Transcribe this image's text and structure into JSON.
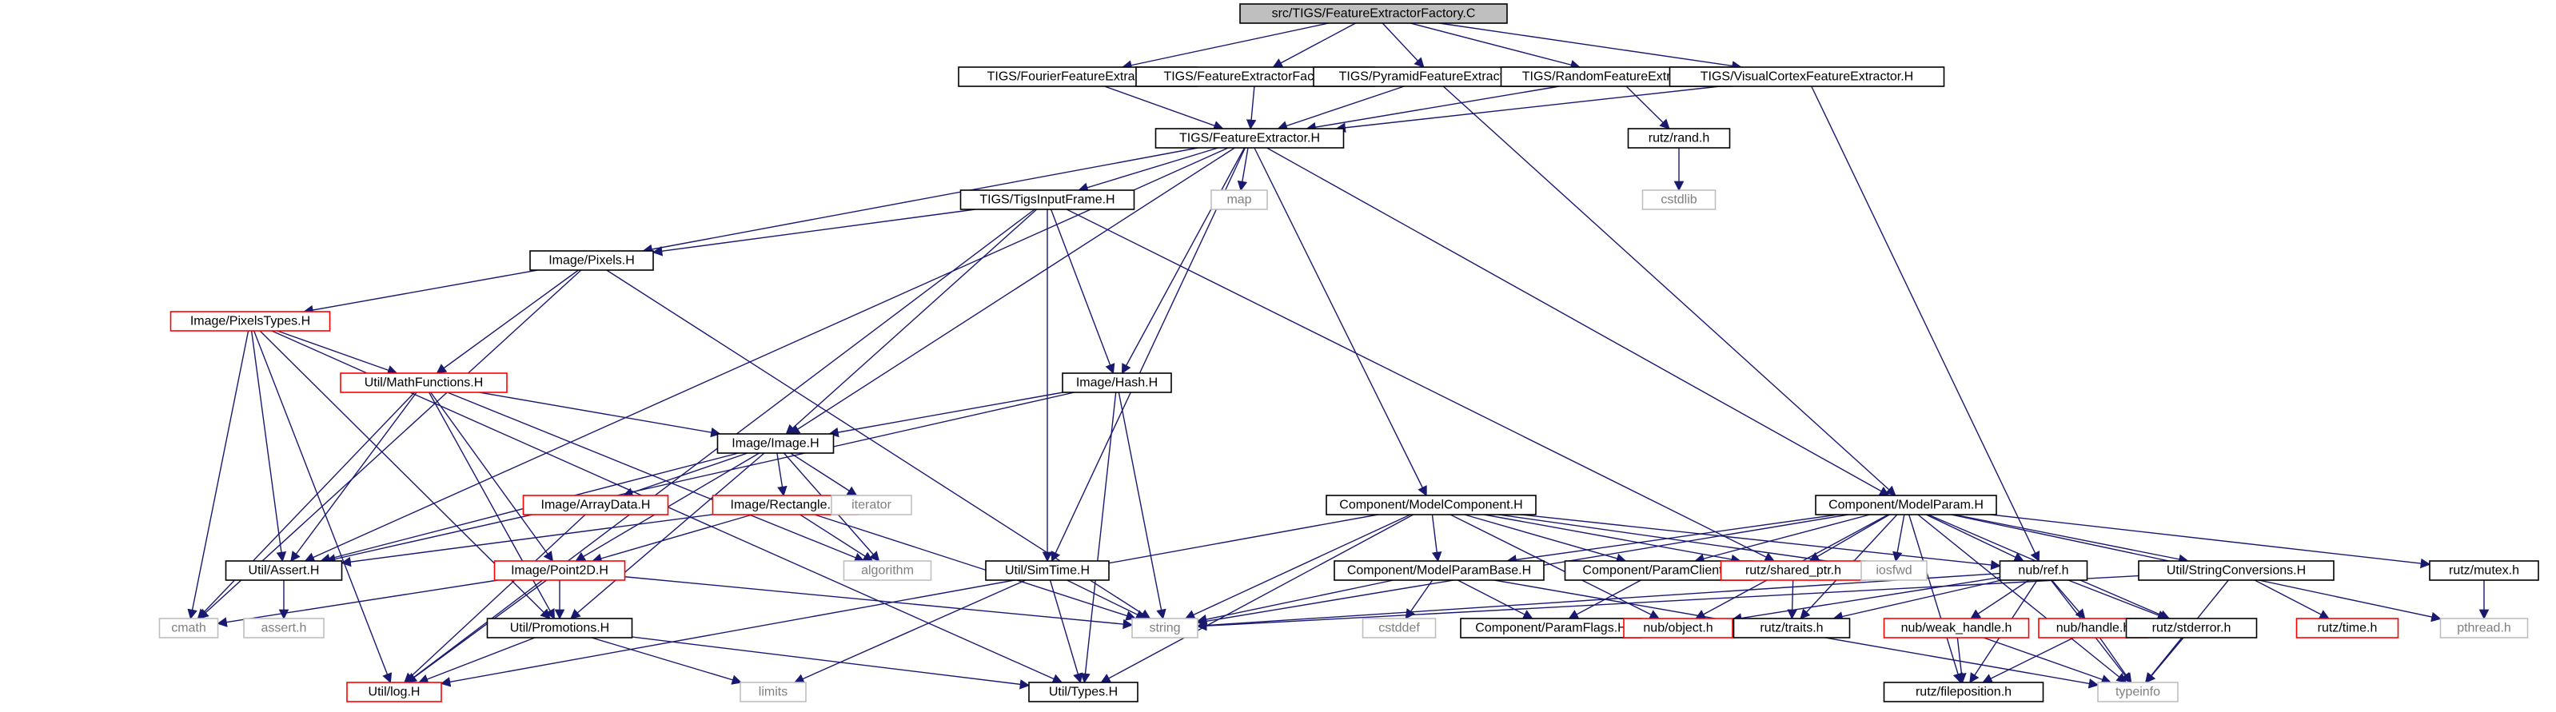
{
  "colors": {
    "edge": "#191970",
    "border_normal": "#000000",
    "border_truncated": "#ff0000",
    "border_system": "#bfbfbf",
    "fill_root": "#bfbfbf",
    "fill_normal": "#ffffff",
    "text_normal": "#000000",
    "text_system": "#7f7f7f"
  },
  "nodes": [
    {
      "id": "n_root",
      "label": "src/TIGS/FeatureExtractorFactory.C",
      "kind": "root"
    },
    {
      "id": "n_fourier",
      "label": "TIGS/FourierFeatureExtractor.H",
      "kind": "normal"
    },
    {
      "id": "n_factoryh",
      "label": "TIGS/FeatureExtractorFactory.H",
      "kind": "normal"
    },
    {
      "id": "n_pyramid",
      "label": "TIGS/PyramidFeatureExtractor.H",
      "kind": "normal"
    },
    {
      "id": "n_random",
      "label": "TIGS/RandomFeatureExtractor.H",
      "kind": "normal"
    },
    {
      "id": "n_visual",
      "label": "TIGS/VisualCortexFeatureExtractor.H",
      "kind": "normal"
    },
    {
      "id": "n_featext",
      "label": "TIGS/FeatureExtractor.H",
      "kind": "normal"
    },
    {
      "id": "n_rand",
      "label": "rutz/rand.h",
      "kind": "normal"
    },
    {
      "id": "n_cstdlib",
      "label": "cstdlib",
      "kind": "system"
    },
    {
      "id": "n_map",
      "label": "map",
      "kind": "system"
    },
    {
      "id": "n_tigsinput",
      "label": "TIGS/TigsInputFrame.H",
      "kind": "normal"
    },
    {
      "id": "n_pixels",
      "label": "Image/Pixels.H",
      "kind": "normal"
    },
    {
      "id": "n_pixeltypes",
      "label": "Image/PixelsTypes.H",
      "kind": "truncated"
    },
    {
      "id": "n_mathfn",
      "label": "Util/MathFunctions.H",
      "kind": "truncated"
    },
    {
      "id": "n_hash",
      "label": "Image/Hash.H",
      "kind": "normal"
    },
    {
      "id": "n_image",
      "label": "Image/Image.H",
      "kind": "normal"
    },
    {
      "id": "n_arraydata",
      "label": "Image/ArrayData.H",
      "kind": "truncated"
    },
    {
      "id": "n_rect",
      "label": "Image/Rectangle.H",
      "kind": "truncated"
    },
    {
      "id": "n_iterator",
      "label": "iterator",
      "kind": "system"
    },
    {
      "id": "n_algorithm",
      "label": "algorithm",
      "kind": "system"
    },
    {
      "id": "n_assert",
      "label": "Util/Assert.H",
      "kind": "normal"
    },
    {
      "id": "n_asserth",
      "label": "assert.h",
      "kind": "system"
    },
    {
      "id": "n_point2d",
      "label": "Image/Point2D.H",
      "kind": "truncated"
    },
    {
      "id": "n_cmath",
      "label": "cmath",
      "kind": "system"
    },
    {
      "id": "n_promo",
      "label": "Util/Promotions.H",
      "kind": "normal"
    },
    {
      "id": "n_log",
      "label": "Util/log.H",
      "kind": "truncated"
    },
    {
      "id": "n_limits",
      "label": "limits",
      "kind": "system"
    },
    {
      "id": "n_types",
      "label": "Util/Types.H",
      "kind": "normal"
    },
    {
      "id": "n_simtime",
      "label": "Util/SimTime.H",
      "kind": "normal"
    },
    {
      "id": "n_string",
      "label": "string",
      "kind": "system"
    },
    {
      "id": "n_modelcomp",
      "label": "Component/ModelComponent.H",
      "kind": "normal"
    },
    {
      "id": "n_paramclient",
      "label": "Component/ParamClient.H",
      "kind": "normal"
    },
    {
      "id": "n_sharedptr",
      "label": "rutz/shared_ptr.h",
      "kind": "truncated"
    },
    {
      "id": "n_iosfwd",
      "label": "iosfwd",
      "kind": "system"
    },
    {
      "id": "n_modelparambase",
      "label": "Component/ModelParamBase.H",
      "kind": "normal"
    },
    {
      "id": "n_cstddef",
      "label": "cstddef",
      "kind": "system"
    },
    {
      "id": "n_paramflags",
      "label": "Component/ParamFlags.H",
      "kind": "normal"
    },
    {
      "id": "n_nubobject",
      "label": "nub/object.h",
      "kind": "truncated"
    },
    {
      "id": "n_traits",
      "label": "rutz/traits.h",
      "kind": "normal"
    },
    {
      "id": "n_modelparam",
      "label": "Component/ModelParam.H",
      "kind": "normal"
    },
    {
      "id": "n_nubref",
      "label": "nub/ref.h",
      "kind": "normal"
    },
    {
      "id": "n_weakhandle",
      "label": "nub/weak_handle.h",
      "kind": "truncated"
    },
    {
      "id": "n_nubhandle",
      "label": "nub/handle.h",
      "kind": "truncated"
    },
    {
      "id": "n_stderror",
      "label": "rutz/stderror.h",
      "kind": "normal"
    },
    {
      "id": "n_filepos",
      "label": "rutz/fileposition.h",
      "kind": "normal"
    },
    {
      "id": "n_typeinfo",
      "label": "typeinfo",
      "kind": "system"
    },
    {
      "id": "n_strconv",
      "label": "Util/StringConversions.H",
      "kind": "normal"
    },
    {
      "id": "n_time",
      "label": "rutz/time.h",
      "kind": "truncated"
    },
    {
      "id": "n_mutex",
      "label": "rutz/mutex.h",
      "kind": "normal"
    },
    {
      "id": "n_pthread",
      "label": "pthread.h",
      "kind": "system"
    }
  ],
  "edges": [
    [
      "n_root",
      "n_fourier"
    ],
    [
      "n_root",
      "n_factoryh"
    ],
    [
      "n_root",
      "n_pyramid"
    ],
    [
      "n_root",
      "n_random"
    ],
    [
      "n_root",
      "n_visual"
    ],
    [
      "n_fourier",
      "n_featext"
    ],
    [
      "n_factoryh",
      "n_featext"
    ],
    [
      "n_pyramid",
      "n_featext"
    ],
    [
      "n_pyramid",
      "n_modelparam"
    ],
    [
      "n_random",
      "n_featext"
    ],
    [
      "n_random",
      "n_rand"
    ],
    [
      "n_visual",
      "n_featext"
    ],
    [
      "n_visual",
      "n_nubref"
    ],
    [
      "n_rand",
      "n_cstdlib"
    ],
    [
      "n_featext",
      "n_map"
    ],
    [
      "n_featext",
      "n_tigsinput"
    ],
    [
      "n_featext",
      "n_pixels"
    ],
    [
      "n_featext",
      "n_image"
    ],
    [
      "n_featext",
      "n_hash"
    ],
    [
      "n_featext",
      "n_simtime"
    ],
    [
      "n_featext",
      "n_modelcomp"
    ],
    [
      "n_featext",
      "n_modelparam"
    ],
    [
      "n_featext",
      "n_assert"
    ],
    [
      "n_tigsinput",
      "n_pixels"
    ],
    [
      "n_tigsinput",
      "n_image"
    ],
    [
      "n_tigsinput",
      "n_hash"
    ],
    [
      "n_tigsinput",
      "n_simtime"
    ],
    [
      "n_tigsinput",
      "n_sharedptr"
    ],
    [
      "n_tigsinput",
      "n_log"
    ],
    [
      "n_pixels",
      "n_pixeltypes"
    ],
    [
      "n_pixels",
      "n_mathfn"
    ],
    [
      "n_pixels",
      "n_string"
    ],
    [
      "n_pixels",
      "n_cmath"
    ],
    [
      "n_pixeltypes",
      "n_mathfn"
    ],
    [
      "n_pixeltypes",
      "n_assert"
    ],
    [
      "n_pixeltypes",
      "n_promo"
    ],
    [
      "n_pixeltypes",
      "n_types"
    ],
    [
      "n_pixeltypes",
      "n_cmath"
    ],
    [
      "n_pixeltypes",
      "n_log"
    ],
    [
      "n_mathfn",
      "n_image"
    ],
    [
      "n_mathfn",
      "n_point2d"
    ],
    [
      "n_mathfn",
      "n_promo"
    ],
    [
      "n_mathfn",
      "n_assert"
    ],
    [
      "n_mathfn",
      "n_algorithm"
    ],
    [
      "n_mathfn",
      "n_cmath"
    ],
    [
      "n_hash",
      "n_image"
    ],
    [
      "n_hash",
      "n_assert"
    ],
    [
      "n_hash",
      "n_string"
    ],
    [
      "n_hash",
      "n_types"
    ],
    [
      "n_image",
      "n_arraydata"
    ],
    [
      "n_image",
      "n_rect"
    ],
    [
      "n_image",
      "n_iterator"
    ],
    [
      "n_image",
      "n_algorithm"
    ],
    [
      "n_image",
      "n_assert"
    ],
    [
      "n_image",
      "n_point2d"
    ],
    [
      "n_image",
      "n_promo"
    ],
    [
      "n_arraydata",
      "n_log"
    ],
    [
      "n_rect",
      "n_assert"
    ],
    [
      "n_rect",
      "n_point2d"
    ],
    [
      "n_rect",
      "n_algorithm"
    ],
    [
      "n_rect",
      "n_string"
    ],
    [
      "n_assert",
      "n_asserth"
    ],
    [
      "n_point2d",
      "n_promo"
    ],
    [
      "n_point2d",
      "n_cmath"
    ],
    [
      "n_point2d",
      "n_string"
    ],
    [
      "n_point2d",
      "n_log"
    ],
    [
      "n_promo",
      "n_log"
    ],
    [
      "n_promo",
      "n_limits"
    ],
    [
      "n_promo",
      "n_types"
    ],
    [
      "n_simtime",
      "n_string"
    ],
    [
      "n_simtime",
      "n_types"
    ],
    [
      "n_simtime",
      "n_limits"
    ],
    [
      "n_modelcomp",
      "n_modelparambase"
    ],
    [
      "n_modelcomp",
      "n_paramclient"
    ],
    [
      "n_modelcomp",
      "n_sharedptr"
    ],
    [
      "n_modelcomp",
      "n_iosfwd"
    ],
    [
      "n_modelcomp",
      "n_string"
    ],
    [
      "n_modelcomp",
      "n_nubref"
    ],
    [
      "n_modelcomp",
      "n_log"
    ],
    [
      "n_modelcomp",
      "n_types"
    ],
    [
      "n_modelcomp",
      "n_nubobject"
    ],
    [
      "n_paramclient",
      "n_paramflags"
    ],
    [
      "n_sharedptr",
      "n_traits"
    ],
    [
      "n_modelparambase",
      "n_cstddef"
    ],
    [
      "n_modelparambase",
      "n_paramflags"
    ],
    [
      "n_modelparambase",
      "n_string"
    ],
    [
      "n_modelparambase",
      "n_typeinfo"
    ],
    [
      "n_modelparam",
      "n_modelparambase"
    ],
    [
      "n_modelparam",
      "n_paramclient"
    ],
    [
      "n_modelparam",
      "n_sharedptr"
    ],
    [
      "n_modelparam",
      "n_iosfwd"
    ],
    [
      "n_modelparam",
      "n_string"
    ],
    [
      "n_modelparam",
      "n_nubref"
    ],
    [
      "n_modelparam",
      "n_strconv"
    ],
    [
      "n_modelparam",
      "n_mutex"
    ],
    [
      "n_modelparam",
      "n_pthread"
    ],
    [
      "n_modelparam",
      "n_typeinfo"
    ],
    [
      "n_modelparam",
      "n_traits"
    ],
    [
      "n_modelparam",
      "n_filepos"
    ],
    [
      "n_modelparam",
      "n_stderror"
    ],
    [
      "n_modelparam",
      "n_nubobject"
    ],
    [
      "n_nubref",
      "n_nubobject"
    ],
    [
      "n_nubref",
      "n_weakhandle"
    ],
    [
      "n_nubref",
      "n_nubhandle"
    ],
    [
      "n_nubref",
      "n_stderror"
    ],
    [
      "n_nubref",
      "n_filepos"
    ],
    [
      "n_nubref",
      "n_traits"
    ],
    [
      "n_nubref",
      "n_typeinfo"
    ],
    [
      "n_nubref",
      "n_string"
    ],
    [
      "n_weakhandle",
      "n_filepos"
    ],
    [
      "n_weakhandle",
      "n_typeinfo"
    ],
    [
      "n_nubhandle",
      "n_filepos"
    ],
    [
      "n_nubhandle",
      "n_typeinfo"
    ],
    [
      "n_stderror",
      "n_typeinfo"
    ],
    [
      "n_strconv",
      "n_string"
    ],
    [
      "n_strconv",
      "n_time"
    ],
    [
      "n_strconv",
      "n_typeinfo"
    ],
    [
      "n_mutex",
      "n_pthread"
    ]
  ]
}
